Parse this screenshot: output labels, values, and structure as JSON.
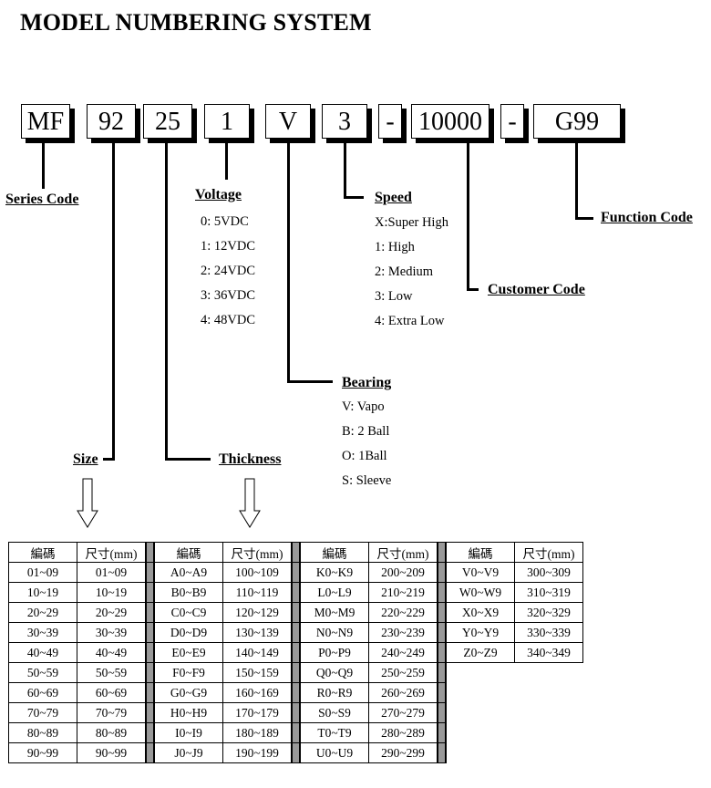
{
  "title": "MODEL NUMBERING SYSTEM",
  "code_segments": [
    "MF",
    "92",
    "25",
    "1",
    "V",
    "3",
    "-",
    "10000",
    "-",
    "G99"
  ],
  "labels": {
    "series": "Series Code",
    "voltage": "Voltage",
    "speed": "Speed",
    "function": "Function Code",
    "customer": "Customer Code",
    "bearing": "Bearing",
    "size": "Size",
    "thickness": "Thickness"
  },
  "voltage_options": [
    "0: 5VDC",
    "1: 12VDC",
    "2: 24VDC",
    "3: 36VDC",
    "4: 48VDC"
  ],
  "speed_options": [
    "X:Super High",
    "1: High",
    "2: Medium",
    "3: Low",
    "4: Extra Low"
  ],
  "bearing_options": [
    "V: Vapo",
    "B: 2 Ball",
    "O: 1Ball",
    "S: Sleeve"
  ],
  "table": {
    "header_code": "編碼",
    "header_size": "尺寸(mm)",
    "groups": [
      [
        [
          "01~09",
          "01~09"
        ],
        [
          "10~19",
          "10~19"
        ],
        [
          "20~29",
          "20~29"
        ],
        [
          "30~39",
          "30~39"
        ],
        [
          "40~49",
          "40~49"
        ],
        [
          "50~59",
          "50~59"
        ],
        [
          "60~69",
          "60~69"
        ],
        [
          "70~79",
          "70~79"
        ],
        [
          "80~89",
          "80~89"
        ],
        [
          "90~99",
          "90~99"
        ]
      ],
      [
        [
          "A0~A9",
          "100~109"
        ],
        [
          "B0~B9",
          "110~119"
        ],
        [
          "C0~C9",
          "120~129"
        ],
        [
          "D0~D9",
          "130~139"
        ],
        [
          "E0~E9",
          "140~149"
        ],
        [
          "F0~F9",
          "150~159"
        ],
        [
          "G0~G9",
          "160~169"
        ],
        [
          "H0~H9",
          "170~179"
        ],
        [
          "I0~I9",
          "180~189"
        ],
        [
          "J0~J9",
          "190~199"
        ]
      ],
      [
        [
          "K0~K9",
          "200~209"
        ],
        [
          "L0~L9",
          "210~219"
        ],
        [
          "M0~M9",
          "220~229"
        ],
        [
          "N0~N9",
          "230~239"
        ],
        [
          "P0~P9",
          "240~249"
        ],
        [
          "Q0~Q9",
          "250~259"
        ],
        [
          "R0~R9",
          "260~269"
        ],
        [
          "S0~S9",
          "270~279"
        ],
        [
          "T0~T9",
          "280~289"
        ],
        [
          "U0~U9",
          "290~299"
        ]
      ],
      [
        [
          "V0~V9",
          "300~309"
        ],
        [
          "W0~W9",
          "310~319"
        ],
        [
          "X0~X9",
          "320~329"
        ],
        [
          "Y0~Y9",
          "330~339"
        ],
        [
          "Z0~Z9",
          "340~349"
        ]
      ]
    ]
  }
}
